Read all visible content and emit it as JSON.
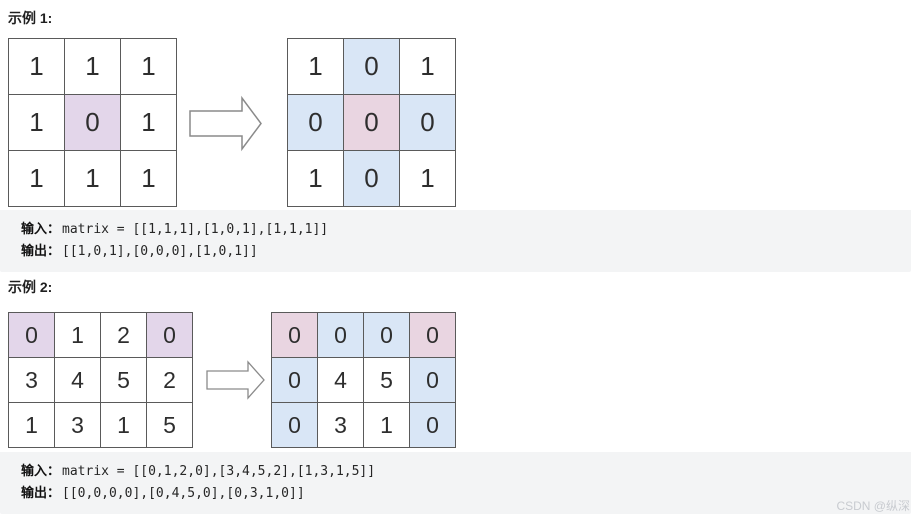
{
  "colors": {
    "white": "#ffffff",
    "purple": "#e3d6ea",
    "pink": "#e9d5e1",
    "blue": "#d9e6f6",
    "cell_border": "#5a5a5a",
    "code_block_bg": "#f3f4f5",
    "watermark_gray": "#c8cbd0"
  },
  "examples": [
    {
      "title": "示例 1:",
      "input_matrix": {
        "cells": [
          [
            {
              "v": "1",
              "hl": "white"
            },
            {
              "v": "1",
              "hl": "white"
            },
            {
              "v": "1",
              "hl": "white"
            }
          ],
          [
            {
              "v": "1",
              "hl": "white"
            },
            {
              "v": "0",
              "hl": "purple"
            },
            {
              "v": "1",
              "hl": "white"
            }
          ],
          [
            {
              "v": "1",
              "hl": "white"
            },
            {
              "v": "1",
              "hl": "white"
            },
            {
              "v": "1",
              "hl": "white"
            }
          ]
        ]
      },
      "output_matrix": {
        "cells": [
          [
            {
              "v": "1",
              "hl": "white"
            },
            {
              "v": "0",
              "hl": "blue"
            },
            {
              "v": "1",
              "hl": "white"
            }
          ],
          [
            {
              "v": "0",
              "hl": "blue"
            },
            {
              "v": "0",
              "hl": "pink"
            },
            {
              "v": "0",
              "hl": "blue"
            }
          ],
          [
            {
              "v": "1",
              "hl": "white"
            },
            {
              "v": "0",
              "hl": "blue"
            },
            {
              "v": "1",
              "hl": "white"
            }
          ]
        ]
      },
      "io": {
        "input_label": "输入：",
        "input_value": "matrix = [[1,1,1],[1,0,1],[1,1,1]]",
        "output_label": "输出：",
        "output_value": "[[1,0,1],[0,0,0],[1,0,1]]"
      }
    },
    {
      "title": "示例 2:",
      "input_matrix": {
        "cells": [
          [
            {
              "v": "0",
              "hl": "purple"
            },
            {
              "v": "1",
              "hl": "white"
            },
            {
              "v": "2",
              "hl": "white"
            },
            {
              "v": "0",
              "hl": "purple"
            }
          ],
          [
            {
              "v": "3",
              "hl": "white"
            },
            {
              "v": "4",
              "hl": "white"
            },
            {
              "v": "5",
              "hl": "white"
            },
            {
              "v": "2",
              "hl": "white"
            }
          ],
          [
            {
              "v": "1",
              "hl": "white"
            },
            {
              "v": "3",
              "hl": "white"
            },
            {
              "v": "1",
              "hl": "white"
            },
            {
              "v": "5",
              "hl": "white"
            }
          ]
        ]
      },
      "output_matrix": {
        "cells": [
          [
            {
              "v": "0",
              "hl": "pink"
            },
            {
              "v": "0",
              "hl": "blue"
            },
            {
              "v": "0",
              "hl": "blue"
            },
            {
              "v": "0",
              "hl": "pink"
            }
          ],
          [
            {
              "v": "0",
              "hl": "blue"
            },
            {
              "v": "4",
              "hl": "white"
            },
            {
              "v": "5",
              "hl": "white"
            },
            {
              "v": "0",
              "hl": "blue"
            }
          ],
          [
            {
              "v": "0",
              "hl": "blue"
            },
            {
              "v": "3",
              "hl": "white"
            },
            {
              "v": "1",
              "hl": "white"
            },
            {
              "v": "0",
              "hl": "blue"
            }
          ]
        ]
      },
      "io": {
        "input_label": "输入：",
        "input_value": "matrix = [[0,1,2,0],[3,4,5,2],[1,3,1,5]]",
        "output_label": "输出：",
        "output_value": "[[0,0,0,0],[0,4,5,0],[0,3,1,0]]"
      }
    }
  ],
  "watermark": "CSDN @纵深"
}
